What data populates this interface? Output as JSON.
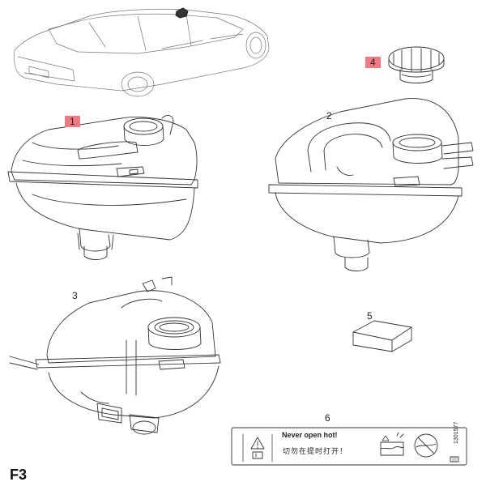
{
  "sheet_code": "F3",
  "callouts": [
    {
      "id": "1",
      "highlighted": true
    },
    {
      "id": "2",
      "highlighted": false
    },
    {
      "id": "3",
      "highlighted": false
    },
    {
      "id": "4",
      "highlighted": true
    },
    {
      "id": "5",
      "highlighted": false
    },
    {
      "id": "6",
      "highlighted": false
    }
  ],
  "warning_label": {
    "english_text": "Never open hot!",
    "chinese_text": "切勿在提时打开！",
    "part_code": "1301577"
  },
  "colors": {
    "highlight": "#f07a84",
    "line": "#333333",
    "background": "#ffffff"
  }
}
